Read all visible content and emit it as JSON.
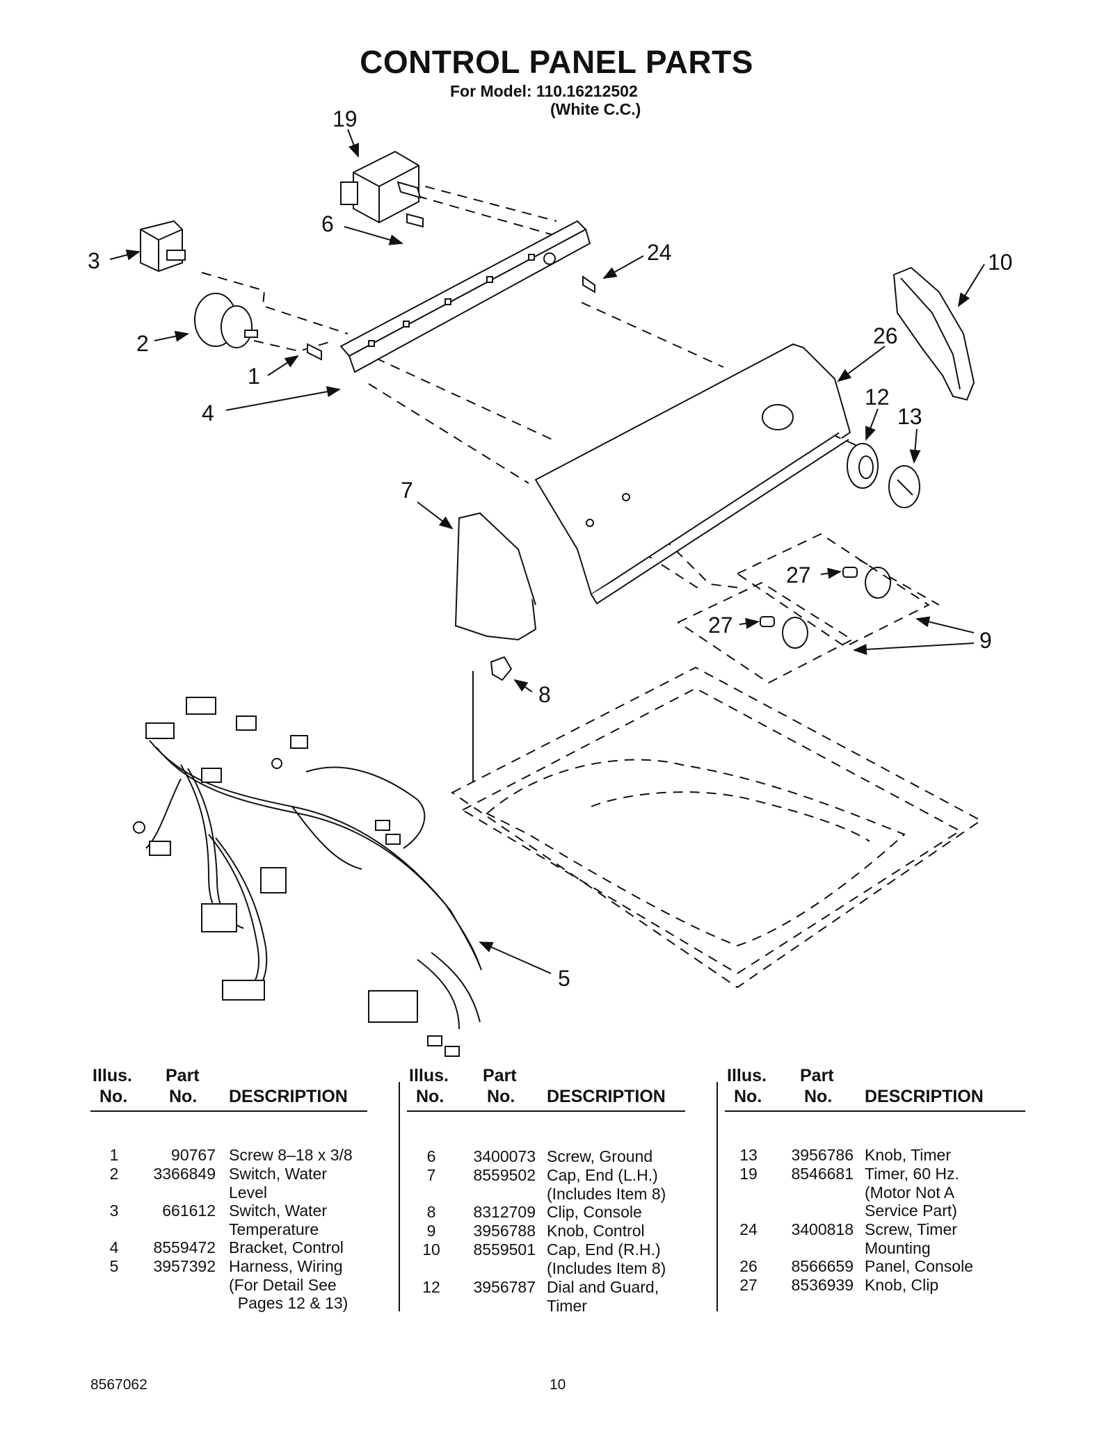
{
  "page": {
    "title": "CONTROL PANEL PARTS",
    "model_line": "For Model: 110.16212502",
    "color_line": "(White C.C.)"
  },
  "callouts": [
    "19",
    "6",
    "3",
    "24",
    "10",
    "2",
    "26",
    "1",
    "12",
    "13",
    "4",
    "7",
    "27",
    "27",
    "9",
    "8",
    "5"
  ],
  "table": {
    "headers": {
      "illus_line1": "Illus.",
      "illus_line2": "No.",
      "part_line1": "Part",
      "part_line2": "No.",
      "description": "DESCRIPTION"
    },
    "columns": [
      {
        "rows": [
          {
            "illus": "1",
            "part": "90767",
            "desc": [
              "Screw 8–18 x 3/8"
            ]
          },
          {
            "illus": "2",
            "part": "3366849",
            "desc": [
              "Switch, Water",
              "Level"
            ]
          },
          {
            "illus": "3",
            "part": "661612",
            "desc": [
              "Switch, Water",
              "Temperature"
            ]
          },
          {
            "illus": "4",
            "part": "8559472",
            "desc": [
              "Bracket, Control"
            ]
          },
          {
            "illus": "5",
            "part": "3957392",
            "desc": [
              "Harness, Wiring",
              "(For Detail See",
              "  Pages 12 & 13)"
            ]
          }
        ]
      },
      {
        "rows": [
          {
            "illus": "6",
            "part": "3400073",
            "desc": [
              "Screw, Ground"
            ]
          },
          {
            "illus": "7",
            "part": "8559502",
            "desc": [
              "Cap, End (L.H.)",
              "(Includes Item 8)"
            ]
          },
          {
            "illus": "8",
            "part": "8312709",
            "desc": [
              "Clip, Console"
            ]
          },
          {
            "illus": "9",
            "part": "3956788",
            "desc": [
              "Knob, Control"
            ]
          },
          {
            "illus": "10",
            "part": "8559501",
            "desc": [
              "Cap, End (R.H.)",
              "(Includes Item 8)"
            ]
          },
          {
            "illus": "12",
            "part": "3956787",
            "desc": [
              "Dial and Guard,",
              "Timer"
            ]
          }
        ]
      },
      {
        "rows": [
          {
            "illus": "13",
            "part": "3956786",
            "desc": [
              "Knob, Timer"
            ]
          },
          {
            "illus": "19",
            "part": "8546681",
            "desc": [
              "Timer, 60 Hz.",
              "(Motor Not A",
              "Service Part)"
            ]
          },
          {
            "illus": "24",
            "part": "3400818",
            "desc": [
              "Screw, Timer",
              "Mounting"
            ]
          },
          {
            "illus": "26",
            "part": "8566659",
            "desc": [
              "Panel, Console"
            ]
          },
          {
            "illus": "27",
            "part": "8536939",
            "desc": [
              "Knob, Clip"
            ]
          }
        ]
      }
    ]
  },
  "footer": {
    "doc_number": "8567062",
    "page_number": "10"
  }
}
